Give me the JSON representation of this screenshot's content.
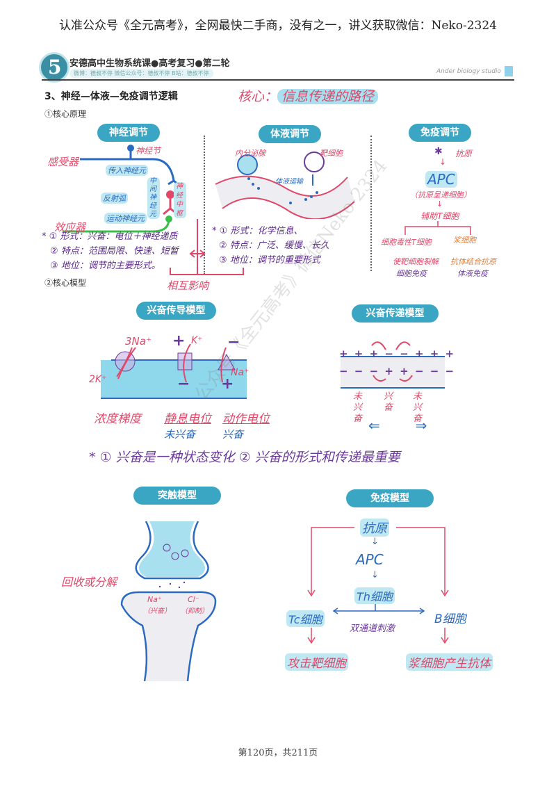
{
  "banner": "认准公众号《全元高考》，全网最快二手商，没有之一，讲义获取微信：Neko-2324",
  "header": {
    "logo_glyph": "5",
    "title": "安德高中生物系统课●高考复习●第二轮",
    "subtitle": "微博：德叔不停  微信公众号：德叔不停  B站：德叔不停",
    "brand": "Ander biology studio"
  },
  "section": {
    "title": "3、神经—体液—免疫调节逻辑",
    "core_label": "核心：",
    "core_text": "信息传递的路径",
    "sub1": "①核心原理",
    "sub2": "②核心模型"
  },
  "neural": {
    "pill": "神经调节",
    "labels": {
      "receptor": "感受器",
      "ganglion": "神经节",
      "afferent": "传入神经元",
      "interneuron": "中间神经元",
      "center": "神经中枢",
      "reflex_arc": "反射弧",
      "efferent": "运动神经元",
      "effector": "效应器"
    },
    "notes": [
      "* ① 形式：兴奋：电位＋神经递质",
      "② 特点：范围局限、快速、短暂",
      "③ 地位：调节的主要形式。"
    ]
  },
  "humoral": {
    "pill": "体液调节",
    "labels": {
      "gland": "内分泌腺",
      "target": "靶细胞",
      "transport": "体液运输"
    },
    "notes": [
      "* ① 形式：化学信息、",
      "② 特点：广泛、缓慢、长久",
      "③ 地位：调节的重要形式"
    ]
  },
  "interaction_label": "相互影响",
  "immune": {
    "pill": "免疫调节",
    "nodes": {
      "antigen": "抗原",
      "apc": "APC",
      "apc_note": "（抗原呈递细胞）",
      "helper": "辅助T细胞",
      "left_1": "细胞毒性T细胞",
      "left_2": "使靶细胞裂解",
      "left_3": "细胞免疫",
      "right_1": "浆细胞",
      "right_2": "抗体结合抗原",
      "right_3": "体液免疫"
    }
  },
  "conduction": {
    "pill": "兴奋传导模型",
    "ions": {
      "na3": "3Na⁺",
      "k2": "2K⁺",
      "k": "K⁺",
      "na": "Na⁺"
    },
    "states": [
      "浓度梯度",
      "静息电位",
      "动作电位"
    ],
    "sub_states": [
      "未兴奋",
      "兴奋"
    ]
  },
  "transmission": {
    "pill": "兴奋传递模型",
    "top_row": "+ + + − − + + +",
    "bottom_row": "− − − + + − − −",
    "labels": [
      "未兴奋",
      "兴奋",
      "未兴奋"
    ],
    "arrows": "⇐        ⇒"
  },
  "key_note": "* ① 兴奋是一种状态变化  ② 兴奋的形式和传递最重要",
  "synapse": {
    "pill": "突触模型",
    "recycle": "回收或分解",
    "na": "Na⁺",
    "na_note": "（兴奋）",
    "cl": "Cl⁻",
    "cl_note": "（抑制）"
  },
  "immune_model": {
    "pill": "免疫模型",
    "antigen": "抗原",
    "apc": "APC",
    "th": "Th细胞",
    "tc": "Tc细胞",
    "b": "B细胞",
    "dual": "双通道刺激",
    "tc_result": "攻击靶细胞",
    "b_result": "浆细胞产生抗体"
  },
  "watermark": "公众号《全元高考》微信Neko-2324",
  "footer": "第120页，共211页"
}
